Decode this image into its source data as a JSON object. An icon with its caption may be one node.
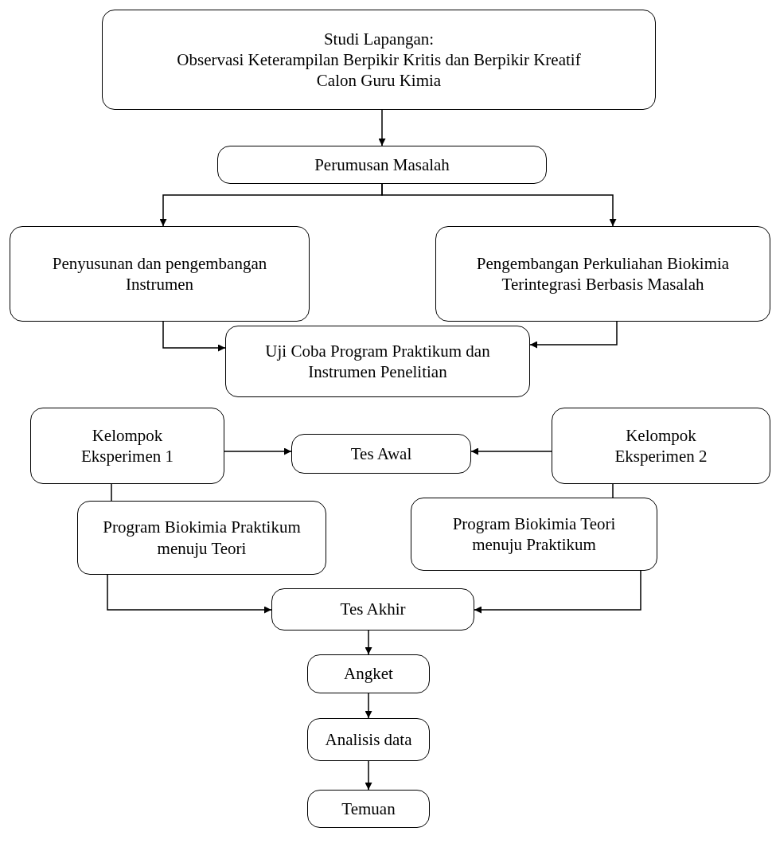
{
  "diagram": {
    "nodes": [
      {
        "text": [
          "Studi Lapangan:",
          "Observasi Keterampilan Berpikir Kritis dan Berpikir Kreatif Calon Guru Kimia"
        ]
      },
      {
        "text": [
          "Perumusan Masalah"
        ]
      },
      {
        "text": [
          "Penyusunan dan pengembangan Instrumen"
        ]
      },
      {
        "text": [
          "Pengembangan Perkuliahan Biokimia Terintegrasi Berbasis Masalah"
        ]
      },
      {
        "text": [
          "Uji Coba Program Praktikum dan Instrumen Penelitian"
        ]
      },
      {
        "text": [
          "Kelompok Eksperimen 1"
        ]
      },
      {
        "text": [
          "Tes Awal"
        ]
      },
      {
        "text": [
          "Kelompok Eksperimen 2"
        ]
      },
      {
        "text": [
          "Program Biokimia Praktikum menuju Teori"
        ]
      },
      {
        "text": [
          "Program Biokimia Teori menuju Praktikum"
        ]
      },
      {
        "text": [
          "Tes Akhir"
        ]
      },
      {
        "text": [
          "Angket"
        ]
      },
      {
        "text": [
          "Analisis data"
        ]
      },
      {
        "text": [
          "Temuan"
        ]
      }
    ],
    "edges": [
      {
        "from": 0,
        "to": 1,
        "arrow": "to"
      },
      {
        "from": 1,
        "to": 2,
        "arrow": "to"
      },
      {
        "from": 1,
        "to": 3,
        "arrow": "to"
      },
      {
        "from": 2,
        "to": 4,
        "arrow": "to"
      },
      {
        "from": 3,
        "to": 4,
        "arrow": "to"
      },
      {
        "from": 5,
        "to": 6,
        "arrow": "to"
      },
      {
        "from": 7,
        "to": 6,
        "arrow": "to"
      },
      {
        "from": 5,
        "to": 8,
        "arrow": "none"
      },
      {
        "from": 7,
        "to": 9,
        "arrow": "none"
      },
      {
        "from": 8,
        "to": 10,
        "arrow": "to"
      },
      {
        "from": 9,
        "to": 10,
        "arrow": "to"
      },
      {
        "from": 10,
        "to": 11,
        "arrow": "to"
      },
      {
        "from": 11,
        "to": 12,
        "arrow": "to"
      },
      {
        "from": 12,
        "to": 13,
        "arrow": "to"
      }
    ]
  }
}
